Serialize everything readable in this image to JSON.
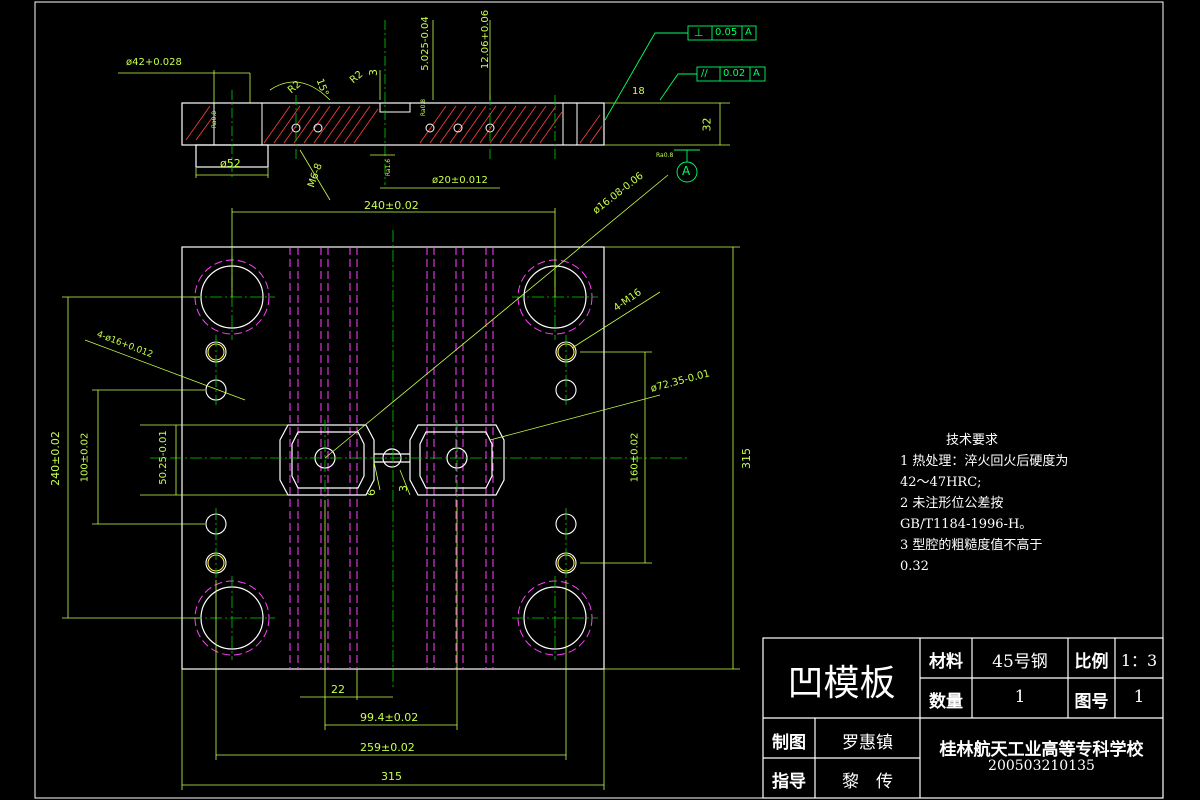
{
  "dims": {
    "d42": "ø42+0.028",
    "r2a": "R2",
    "r2b": "R2",
    "ang15": "15°",
    "d3": "3",
    "d5025": "5.025-0.04",
    "d1206": "12.06+0.06",
    "d52": "ø52",
    "thread_m8": "M6-8",
    "d20": "ø20±0.012",
    "d32": "32",
    "d18": "18",
    "ra_a": "Ra0.8",
    "ra_b": "Ra0.8",
    "ra_c": "Ra1.6",
    "ra_d": "Ra0.8",
    "d240top": "240±0.02",
    "d16": "ø16.08-0.06",
    "m16": "4-M16",
    "d4x16": "4-ø16+0.012",
    "d7235": "ø72.35-0.01",
    "d240left": "240±0.02",
    "d100": "100±0.02",
    "d5025b": "50.25-0.01",
    "d6": "6",
    "d3b": "3",
    "d160": "160±0.02",
    "d315r": "315",
    "d22": "22",
    "d994": "99.4±0.02",
    "d259": "259±0.02",
    "d315b": "315"
  },
  "tolerance": {
    "perp_symbol": "⊥",
    "perp_value": "0.05",
    "perp_ref": "A",
    "par_symbol": "//",
    "par_value": "0.02",
    "par_ref": "A",
    "datum": "A"
  },
  "notes": {
    "heading": "技术要求",
    "lines": [
      "1 热处理：淬火回火后硬度为",
      "42～47HRC;",
      "2 未注形位公差按",
      "GB/T1184-1996-H。",
      "3 型腔的粗糙度值不高于",
      "0.32"
    ]
  },
  "title_block": {
    "part_name": "凹模板",
    "material_label": "材料",
    "material": "45号钢",
    "scale_label": "比例",
    "scale": "1：3",
    "qty_label": "数量",
    "qty": "1",
    "drawing_no_label": "图号",
    "drawing_no": "1",
    "drawn_label": "制图",
    "drawn_by": "罗惠镇",
    "guide_label": "指导",
    "guide_by": "黎　传",
    "school": "桂林航天工业高等专科学校",
    "student_id": "200503210135"
  },
  "colors": {
    "outline": "#ffffff",
    "dimension": "#c8ff4a",
    "center": "#00d000",
    "hidden": "#ff40ff",
    "hatch": "#ff4040",
    "ring": "#ffee44",
    "leader": "#00ff60"
  }
}
